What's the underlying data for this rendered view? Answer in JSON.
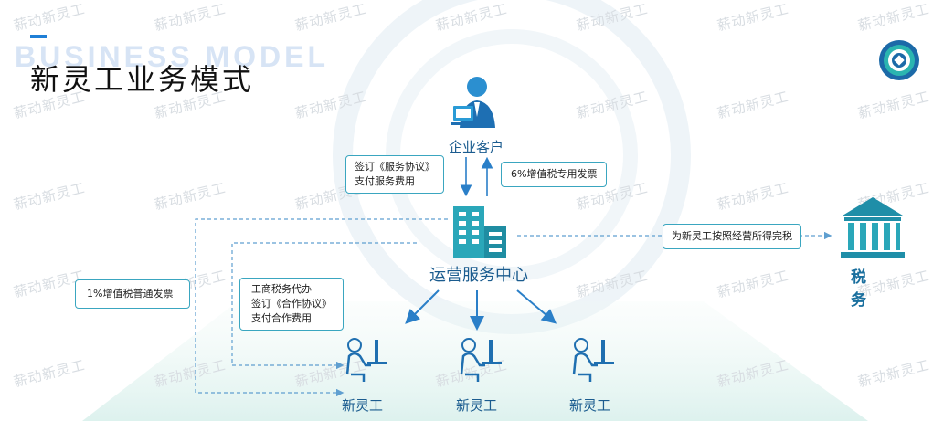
{
  "header": {
    "en_title": "BUSINESS MODEL",
    "title": "新灵工业务模式"
  },
  "watermark_text": "薪动新灵工",
  "nodes": {
    "customer": "企业客户",
    "center": "运营服务中心",
    "tax": "税　务",
    "worker_1": "新灵工",
    "worker_2": "新灵工",
    "worker_3": "新灵工"
  },
  "notes": {
    "sign_contract": [
      "签订《服务协议》",
      "支付服务费用"
    ],
    "special_invoice": [
      "6%增值税专用发票"
    ],
    "tax_payment": [
      "为新灵工按照经营所得完税"
    ],
    "general_invoice": [
      "1%增值税普通发票"
    ],
    "cooperation": [
      "工商税务代办",
      "签订《合作协议》",
      "支付合作费用"
    ]
  },
  "colors": {
    "accent": "#1f7fd6",
    "teal": "#29a6b8",
    "node_text": "#1b5c8f",
    "dashed_line": "#5f9fd0"
  }
}
